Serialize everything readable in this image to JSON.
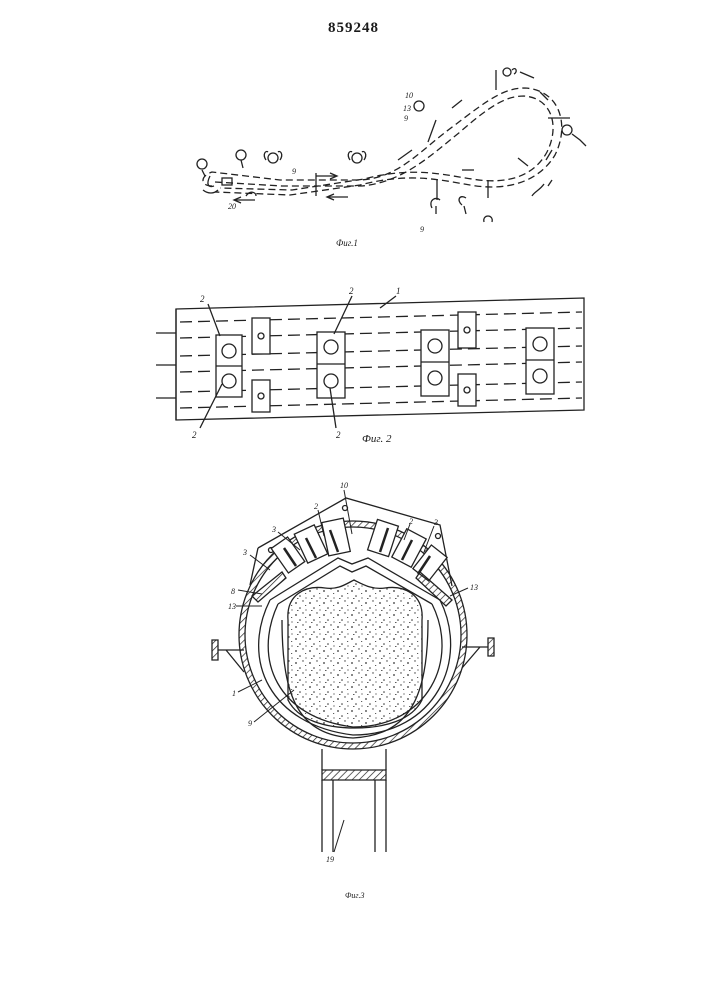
{
  "document": {
    "patent_number": "859248"
  },
  "figures": {
    "fig1": {
      "caption": "Фиг.1",
      "labels": {
        "ref_10": "10",
        "ref_13": "13",
        "ref_9_upper": "9",
        "ref_9_mid": "9",
        "ref_9_lower": "9",
        "ref_20": "20"
      }
    },
    "fig2": {
      "caption": "Фиг. 2",
      "labels": {
        "ref_2_topleft": "2",
        "ref_2_topmid": "2",
        "ref_1": "1",
        "ref_2_botleft": "2",
        "ref_2_botmid": "2"
      }
    },
    "fig3": {
      "caption": "Фиг.3",
      "labels": {
        "ref_10": "10",
        "ref_2_left": "2",
        "ref_2_right": "2",
        "ref_3_a": "3",
        "ref_3_b": "3",
        "ref_3_right": "3",
        "ref_8": "8",
        "ref_13_left": "13",
        "ref_13_right": "13",
        "ref_1": "1",
        "ref_9": "9",
        "ref_19": "19"
      }
    }
  }
}
